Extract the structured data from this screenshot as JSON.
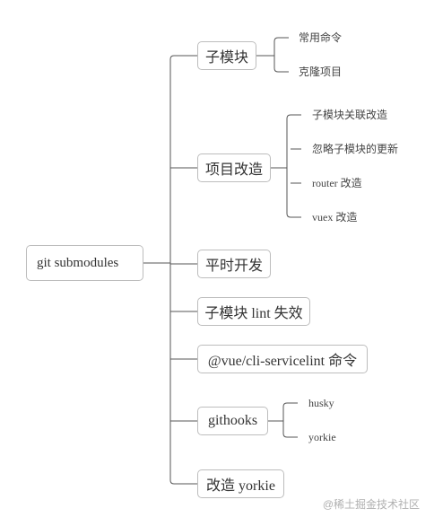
{
  "root": {
    "label": "git submodules"
  },
  "branches": [
    {
      "label": "子模块",
      "children": [
        "常用命令",
        "克隆项目"
      ]
    },
    {
      "label": "项目改造",
      "children": [
        "子模块关联改造",
        "忽略子模块的更新",
        "router 改造",
        "vuex 改造"
      ]
    },
    {
      "label": "平时开发",
      "children": []
    },
    {
      "label": "子模块 lint 失效",
      "children": []
    },
    {
      "label": "@vue/cli-servicelint 命令",
      "children": []
    },
    {
      "label": "githooks",
      "children": [
        "husky",
        "yorkie"
      ]
    },
    {
      "label": "改造 yorkie",
      "children": []
    }
  ],
  "watermark": "@稀土掘金技术社区",
  "colors": {
    "line": "#555555",
    "border": "#bdbdbd",
    "text": "#333333"
  }
}
